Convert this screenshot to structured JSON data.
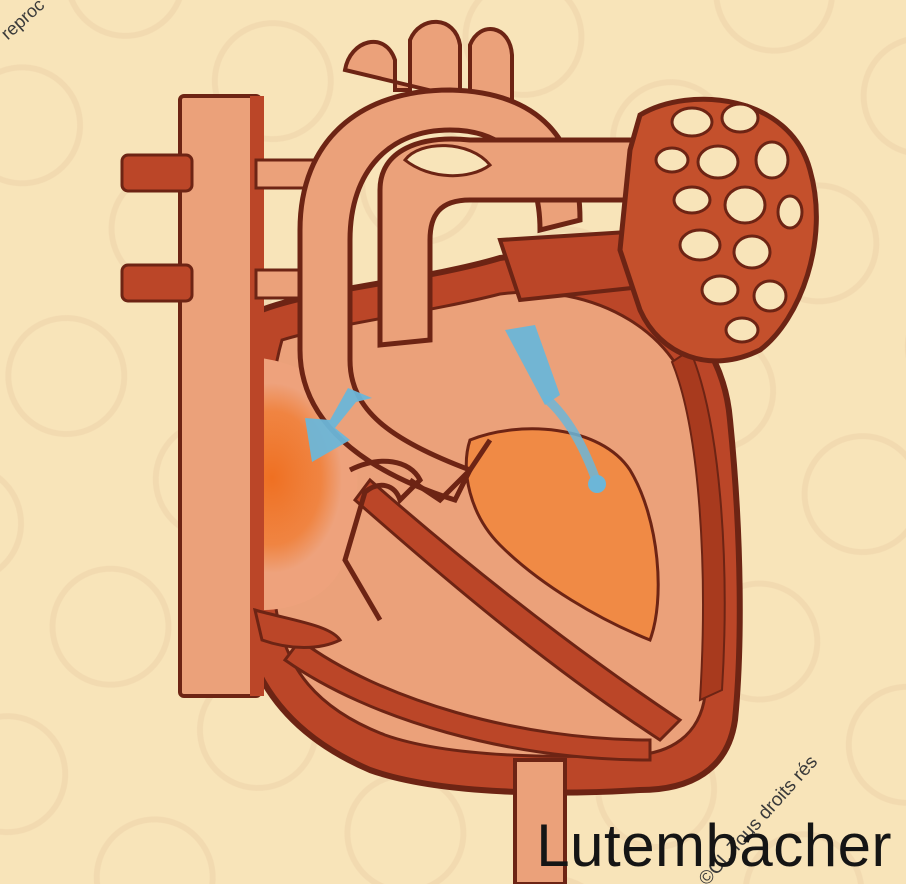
{
  "diagram": {
    "caption": "Lutembacher",
    "watermark_top": "reproc",
    "watermark_right": "©CI, Tous droits rés",
    "colors": {
      "background": "#f8e4b9",
      "vessel_light": "#eba17a",
      "wall_dark": "#bb4628",
      "outline": "#6d2414",
      "oxygenated_chamber": "#f08a45",
      "shunt_flow": "#6cb6d8",
      "highlight": "#ee7a2c"
    }
  }
}
